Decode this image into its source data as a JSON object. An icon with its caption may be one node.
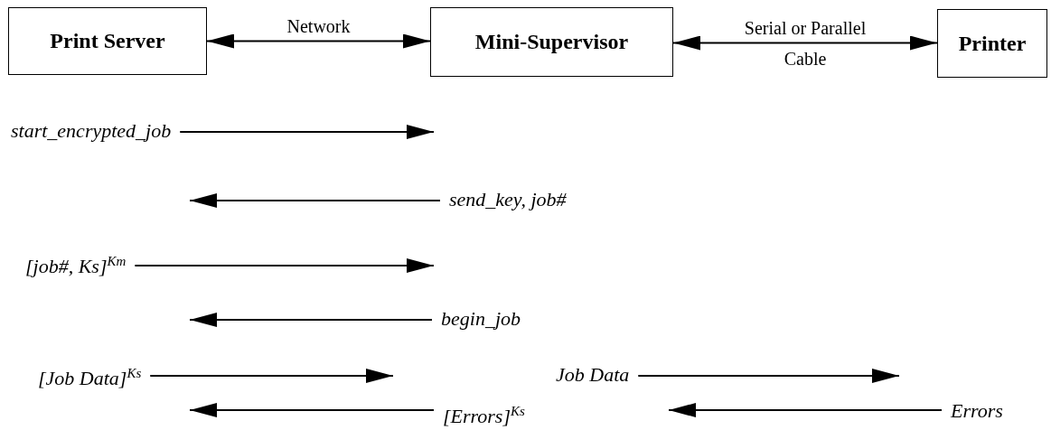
{
  "diagram": {
    "nodes": [
      {
        "text": [
          "Print Server"
        ]
      },
      {
        "text": [
          "Mini-Supervisor"
        ]
      },
      {
        "text": [
          "Printer"
        ]
      },
      {
        "text": [
          "start_encrypted_job"
        ]
      },
      {
        "text": [
          "send_key, job#"
        ]
      },
      {
        "text": [
          "[job#, Ks]$^{Km}$"
        ]
      },
      {
        "text": [
          "begin_job"
        ]
      },
      {
        "text": [
          "[Job Data]$^{Ks}$"
        ]
      },
      {
        "text": [
          "[Errors]$^{Ks}$"
        ]
      },
      {
        "text": [
          "Job Data"
        ]
      },
      {
        "text": [
          "Errors"
        ]
      }
    ],
    "edges": [
      {
        "from": 0,
        "to": 1,
        "arrow": "both",
        "label": "Network"
      },
      {
        "from": 1,
        "to": 2,
        "arrow": "both",
        "label": "Serial or Parallel Cable"
      },
      {
        "from": 3,
        "to": null,
        "arrow": "to"
      },
      {
        "from": 4,
        "to": null,
        "arrow": "to"
      },
      {
        "from": 5,
        "to": null,
        "arrow": "to"
      },
      {
        "from": 6,
        "to": null,
        "arrow": "to"
      },
      {
        "from": 7,
        "to": null,
        "arrow": "to"
      },
      {
        "from": 8,
        "to": null,
        "arrow": "to"
      },
      {
        "from": 9,
        "to": null,
        "arrow": "to"
      },
      {
        "from": 10,
        "to": null,
        "arrow": "to"
      }
    ]
  }
}
